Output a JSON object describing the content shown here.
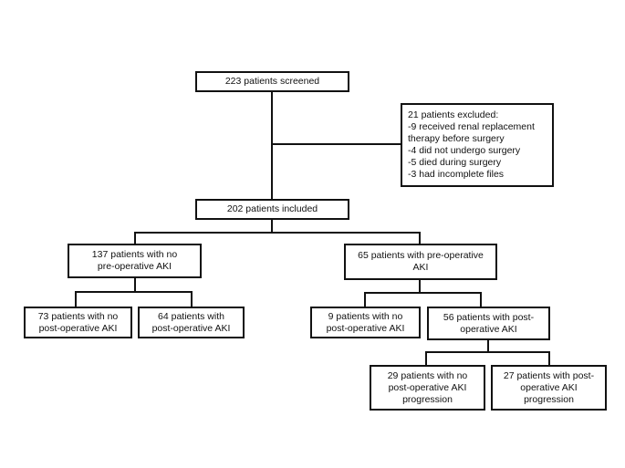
{
  "nodes": {
    "screened": {
      "lines": [
        "223 patients screened"
      ]
    },
    "excluded": {
      "lines": [
        "21 patients excluded:",
        "-9 received renal replacement",
        "therapy before surgery",
        "-4 did not undergo surgery",
        "-5 died during surgery",
        "-3 had incomplete files"
      ]
    },
    "included": {
      "lines": [
        "202 patients included"
      ]
    },
    "no_preop": {
      "lines": [
        "137 patients with no",
        "pre-operative AKI"
      ]
    },
    "preop": {
      "lines": [
        "65 patients with pre-operative",
        "AKI"
      ]
    },
    "no_preop_no_postop": {
      "lines": [
        "73 patients with no",
        "post-operative AKI"
      ]
    },
    "no_preop_postop": {
      "lines": [
        "64 patients with",
        "post-operative AKI"
      ]
    },
    "preop_no_postop": {
      "lines": [
        "9 patients with no",
        "post-operative AKI"
      ]
    },
    "preop_postop": {
      "lines": [
        "56 patients with  post-",
        "operative AKI"
      ]
    },
    "no_progression": {
      "lines": [
        "29 patients with no",
        "post-operative AKI",
        "progression"
      ]
    },
    "progression": {
      "lines": [
        "27 patients with  post-",
        "operative AKI",
        "progression"
      ]
    }
  }
}
